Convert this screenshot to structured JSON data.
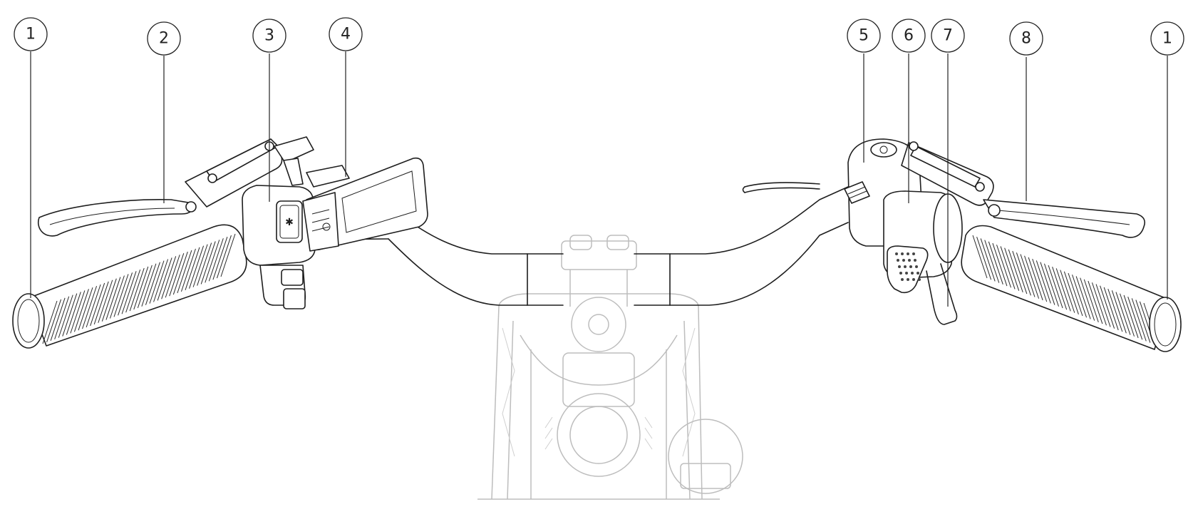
{
  "diagram": {
    "callouts": [
      {
        "label": "1",
        "part": "left-grip"
      },
      {
        "label": "2",
        "part": "left-brake-lever"
      },
      {
        "label": "3",
        "part": "control-pad"
      },
      {
        "label": "4",
        "part": "display"
      },
      {
        "label": "5",
        "part": "bell"
      },
      {
        "label": "6",
        "part": "shifter-housing"
      },
      {
        "label": "7",
        "part": "thumb-shifter"
      },
      {
        "label": "8",
        "part": "right-brake-lever"
      },
      {
        "label": "1",
        "part": "right-grip"
      }
    ],
    "colors": {
      "ink": "#1e1e1e",
      "ghost": "#bdbdbd",
      "background": "#ffffff"
    }
  }
}
